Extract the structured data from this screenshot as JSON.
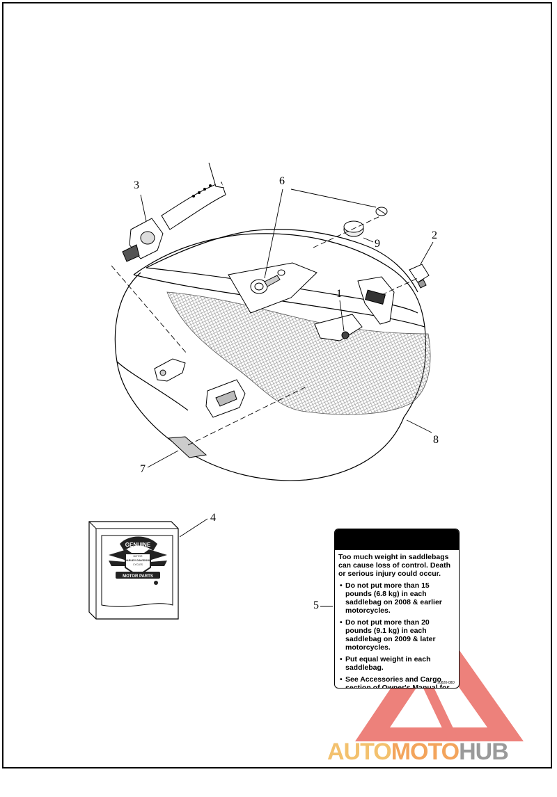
{
  "callouts": {
    "c1": "1",
    "c2": "2",
    "c3": "3",
    "c4": "4",
    "c5": "5",
    "c6": "6",
    "c7": "7",
    "c8": "8",
    "c9": "9"
  },
  "decal": {
    "text_genuine": "GENUINE",
    "text_brand": "HARLEY-DAVIDSON",
    "text_motor": "MOTOR",
    "text_cycles": "CYCLES",
    "text_parts": "MOTOR PARTS"
  },
  "warning_label": {
    "lead": "Too much weight in saddlebags can cause loss of control.  Death or serious injury could occur.",
    "bullets": [
      "Do not put more than 15 pounds (6.8 kg) in each saddlebag on 2008 & earlier motorcycles.",
      "Do not put more than 20 pounds (9.1 kg) in each saddlebag on 2009 & later motorcycles.",
      "Put equal weight in each saddlebag.",
      "See Accessories and Cargo section of Owner's Manual for more information."
    ],
    "code": "90820-08D"
  },
  "watermark": {
    "auto": "AUTO",
    "moto": "MOTO",
    "hub": "HUB",
    "triangle_color": "#e8584f",
    "auto_color": "#f3c16e",
    "moto_color": "#f3a45c",
    "hub_color": "#9a9a9a"
  }
}
